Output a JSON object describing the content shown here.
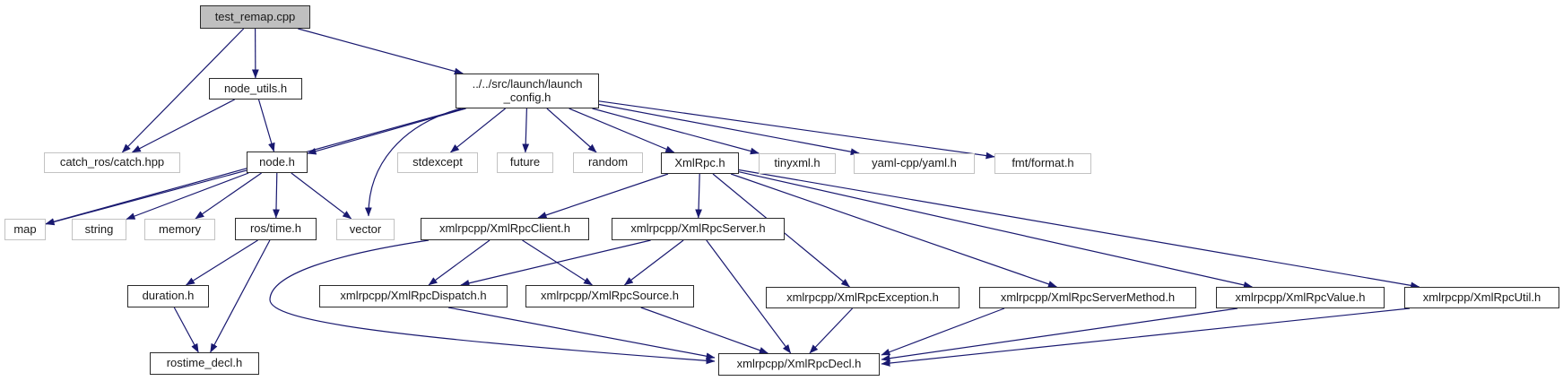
{
  "diagram": {
    "kind": "include-dependency-graph",
    "edge_color": "#191970",
    "node_border_internal": "#2b2b2b",
    "node_border_external": "#c2c2c2",
    "root_fill": "#bfbfbf",
    "nodes": [
      {
        "id": "test_remap",
        "label": "test_remap.cpp",
        "type": "main"
      },
      {
        "id": "node_utils",
        "label": "node_utils.h",
        "type": "internal"
      },
      {
        "id": "launch_config",
        "label": "../../src/launch/launch\n_config.h",
        "type": "internal"
      },
      {
        "id": "catch",
        "label": "catch_ros/catch.hpp",
        "type": "external"
      },
      {
        "id": "node_h",
        "label": "node.h",
        "type": "internal"
      },
      {
        "id": "stdexcept",
        "label": "stdexcept",
        "type": "external"
      },
      {
        "id": "future",
        "label": "future",
        "type": "external"
      },
      {
        "id": "random",
        "label": "random",
        "type": "external"
      },
      {
        "id": "xmlrpc",
        "label": "XmlRpc.h",
        "type": "internal"
      },
      {
        "id": "tinyxml",
        "label": "tinyxml.h",
        "type": "external"
      },
      {
        "id": "yaml",
        "label": "yaml-cpp/yaml.h",
        "type": "external"
      },
      {
        "id": "fmt",
        "label": "fmt/format.h",
        "type": "external"
      },
      {
        "id": "map",
        "label": "map",
        "type": "external"
      },
      {
        "id": "string",
        "label": "string",
        "type": "external"
      },
      {
        "id": "memory",
        "label": "memory",
        "type": "external"
      },
      {
        "id": "rostime",
        "label": "ros/time.h",
        "type": "internal"
      },
      {
        "id": "vector",
        "label": "vector",
        "type": "external"
      },
      {
        "id": "client",
        "label": "xmlrpcpp/XmlRpcClient.h",
        "type": "internal"
      },
      {
        "id": "server",
        "label": "xmlrpcpp/XmlRpcServer.h",
        "type": "internal"
      },
      {
        "id": "duration",
        "label": "duration.h",
        "type": "internal"
      },
      {
        "id": "dispatch",
        "label": "xmlrpcpp/XmlRpcDispatch.h",
        "type": "internal"
      },
      {
        "id": "source",
        "label": "xmlrpcpp/XmlRpcSource.h",
        "type": "internal"
      },
      {
        "id": "exception",
        "label": "xmlrpcpp/XmlRpcException.h",
        "type": "internal"
      },
      {
        "id": "servermethod",
        "label": "xmlrpcpp/XmlRpcServerMethod.h",
        "type": "internal"
      },
      {
        "id": "value",
        "label": "xmlrpcpp/XmlRpcValue.h",
        "type": "internal"
      },
      {
        "id": "util",
        "label": "xmlrpcpp/XmlRpcUtil.h",
        "type": "internal"
      },
      {
        "id": "rostime_decl",
        "label": "rostime_decl.h",
        "type": "internal"
      },
      {
        "id": "decl",
        "label": "xmlrpcpp/XmlRpcDecl.h",
        "type": "internal"
      }
    ],
    "edges": [
      {
        "from": "test_remap",
        "to": "node_utils"
      },
      {
        "from": "test_remap",
        "to": "catch"
      },
      {
        "from": "test_remap",
        "to": "launch_config"
      },
      {
        "from": "node_utils",
        "to": "catch"
      },
      {
        "from": "node_utils",
        "to": "node_h"
      },
      {
        "from": "launch_config",
        "to": "node_h"
      },
      {
        "from": "launch_config",
        "to": "map"
      },
      {
        "from": "launch_config",
        "to": "vector"
      },
      {
        "from": "launch_config",
        "to": "stdexcept"
      },
      {
        "from": "launch_config",
        "to": "future"
      },
      {
        "from": "launch_config",
        "to": "random"
      },
      {
        "from": "launch_config",
        "to": "xmlrpc"
      },
      {
        "from": "launch_config",
        "to": "tinyxml"
      },
      {
        "from": "launch_config",
        "to": "yaml"
      },
      {
        "from": "launch_config",
        "to": "fmt"
      },
      {
        "from": "node_h",
        "to": "map"
      },
      {
        "from": "node_h",
        "to": "string"
      },
      {
        "from": "node_h",
        "to": "memory"
      },
      {
        "from": "node_h",
        "to": "rostime"
      },
      {
        "from": "node_h",
        "to": "vector"
      },
      {
        "from": "rostime",
        "to": "duration"
      },
      {
        "from": "rostime",
        "to": "rostime_decl"
      },
      {
        "from": "duration",
        "to": "rostime_decl"
      },
      {
        "from": "xmlrpc",
        "to": "client"
      },
      {
        "from": "xmlrpc",
        "to": "server"
      },
      {
        "from": "xmlrpc",
        "to": "exception"
      },
      {
        "from": "xmlrpc",
        "to": "servermethod"
      },
      {
        "from": "xmlrpc",
        "to": "value"
      },
      {
        "from": "xmlrpc",
        "to": "util"
      },
      {
        "from": "client",
        "to": "dispatch"
      },
      {
        "from": "client",
        "to": "source"
      },
      {
        "from": "client",
        "to": "decl"
      },
      {
        "from": "server",
        "to": "dispatch"
      },
      {
        "from": "server",
        "to": "source"
      },
      {
        "from": "server",
        "to": "decl"
      },
      {
        "from": "dispatch",
        "to": "decl"
      },
      {
        "from": "source",
        "to": "decl"
      },
      {
        "from": "exception",
        "to": "decl"
      },
      {
        "from": "servermethod",
        "to": "decl"
      },
      {
        "from": "value",
        "to": "decl"
      },
      {
        "from": "util",
        "to": "decl"
      }
    ]
  }
}
